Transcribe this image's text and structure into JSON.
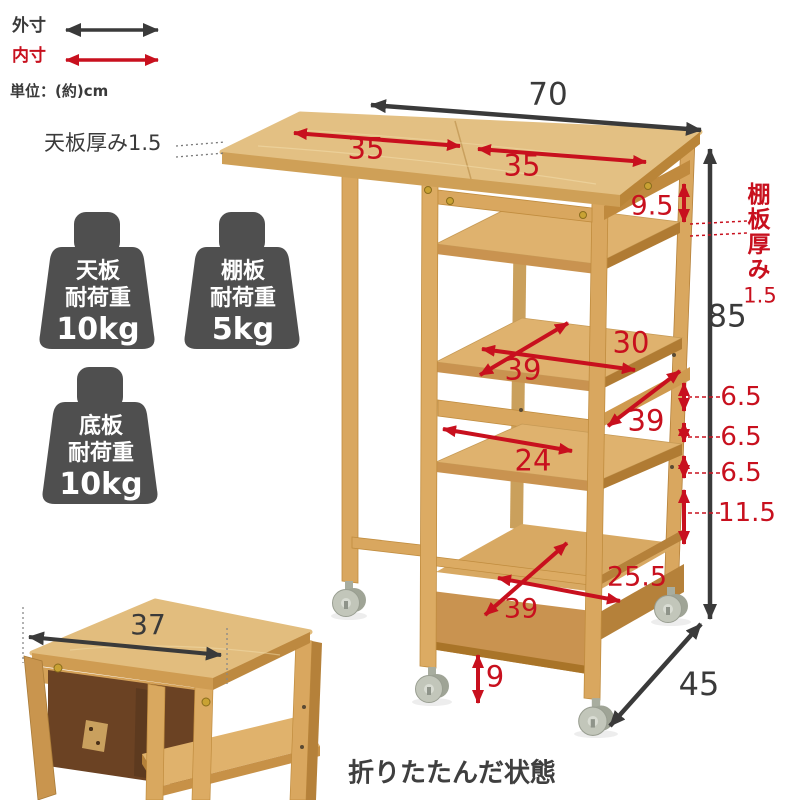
{
  "legend": {
    "outer_label": "外寸",
    "inner_label": "内寸",
    "unit_label": "単位：(約)cm"
  },
  "load_capacity_icons": [
    {
      "target": "天板",
      "label": "耐荷重",
      "value": "10kg"
    },
    {
      "target": "棚板",
      "label": "耐荷重",
      "value": "5kg"
    },
    {
      "target": "底板",
      "label": "耐荷重",
      "value": "10kg"
    }
  ],
  "dimensions": {
    "top_width": "70",
    "leaf_top_width": "35",
    "fixed_top_width": "35",
    "top_thickness": "天板厚み1.5",
    "top_to_shelf_gap": "9.5",
    "shelf_thickness_label": "棚板厚み",
    "shelf_thickness_value": "1.5",
    "height": "85",
    "gap_1": "6.5",
    "gap_2": "6.5",
    "gap_3": "6.5",
    "gap_4": "11.5",
    "depth": "45",
    "shelf_inner_width": "30",
    "shelf_depth": "39",
    "side_inner_depth": "39",
    "drawer_inner_width": "24",
    "bottom_inner_width": "25.5",
    "bottom_shelf_depth": "39",
    "bottom_clearance": "9",
    "folded_width": "37"
  },
  "captions": {
    "folded_state": "折りたたんだ状態"
  },
  "colors": {
    "dimension_outer": "#3a3a3a",
    "dimension_inner": "#c8101e",
    "wood_top": "#e3c083",
    "wood_mid": "#d9a75f",
    "wood_dark": "#b5813a",
    "weight_icon_gray": "#4f4f4f",
    "caster_gray": "#c2c6ba"
  }
}
